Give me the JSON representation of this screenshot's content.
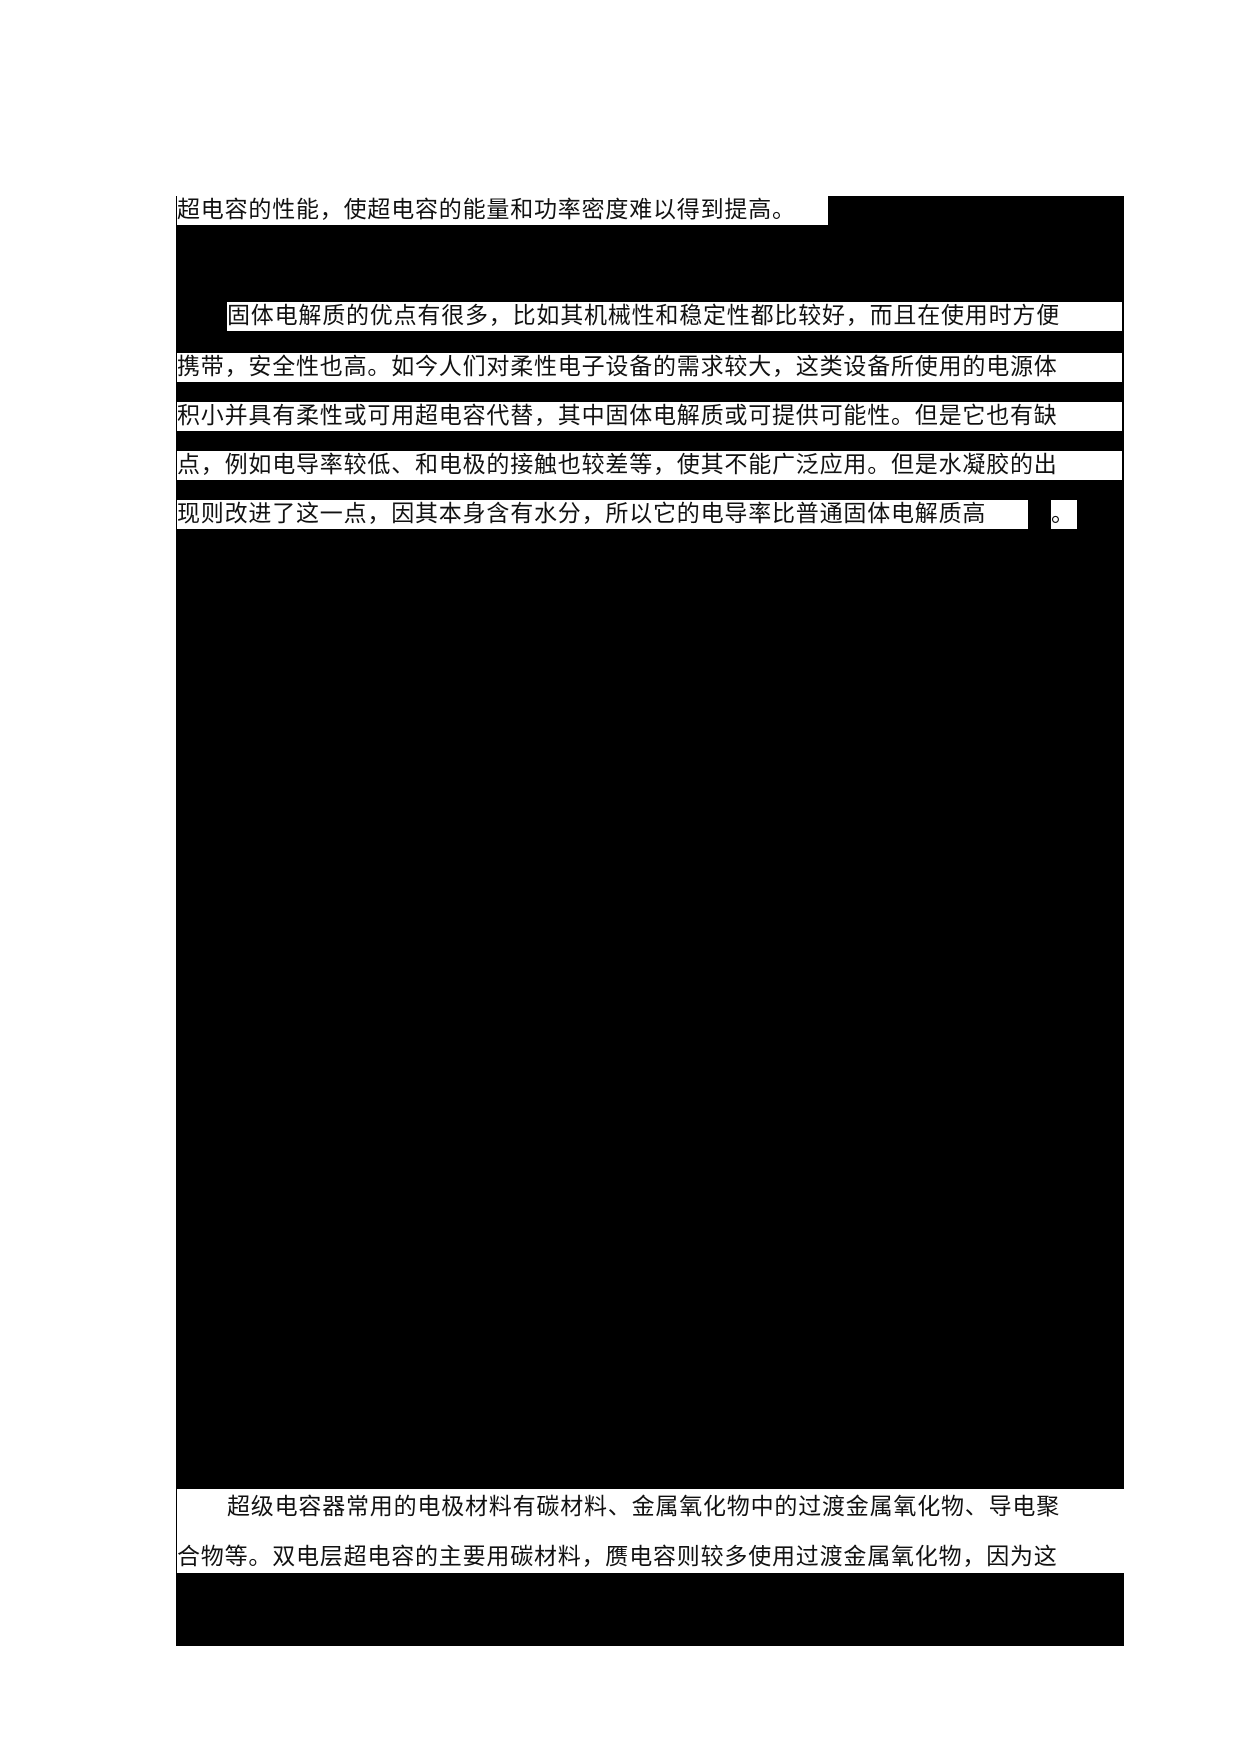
{
  "document": {
    "redaction_color": "#000000",
    "section1": {
      "lines": [
        "超电容的性能，使超电容的能量和功率密度难以得到提高。"
      ]
    },
    "section2": {
      "lines": [
        "固体电解质的优点有很多，比如其机械性和稳定性都比较好，而且在使用时方便",
        "携带，安全性也高。如今人们对柔性电子设备的需求较大，这类设备所使用的电源体",
        "积小并具有柔性或可用超电容代替，其中固体电解质或可提供可能性。但是它也有缺",
        "点，例如电导率较低、和电极的接触也较差等，使其不能广泛应用。但是水凝胶的出",
        "现则改进了这一点，因其本身含有水分，所以它的电导率比普通固体电解质高"
      ],
      "trailing_punct": "。"
    },
    "section3": {
      "lines": [
        "超级电容器常用的电极材料有碳材料、金属氧化物中的过渡金属氧化物、导电聚",
        "合物等。双电层超电容的主要用碳材料，赝电容则较多使用过渡金属氧化物，因为这"
      ]
    }
  }
}
